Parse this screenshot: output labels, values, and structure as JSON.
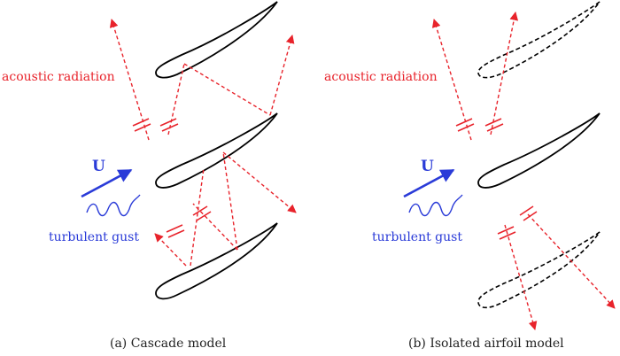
{
  "colors": {
    "airfoil": "#000000",
    "acoustic": "#e8232b",
    "flow": "#2a3bd8",
    "caption": "#222222"
  },
  "left": {
    "acoustic_label": "acoustic radiation",
    "velocity_label": "U",
    "gust_label": "turbulent gust",
    "caption": "(a) Cascade model"
  },
  "right": {
    "acoustic_label": "acoustic radiation",
    "velocity_label": "U",
    "gust_label": "turbulent gust",
    "caption": "(b) Isolated airfoil model"
  }
}
